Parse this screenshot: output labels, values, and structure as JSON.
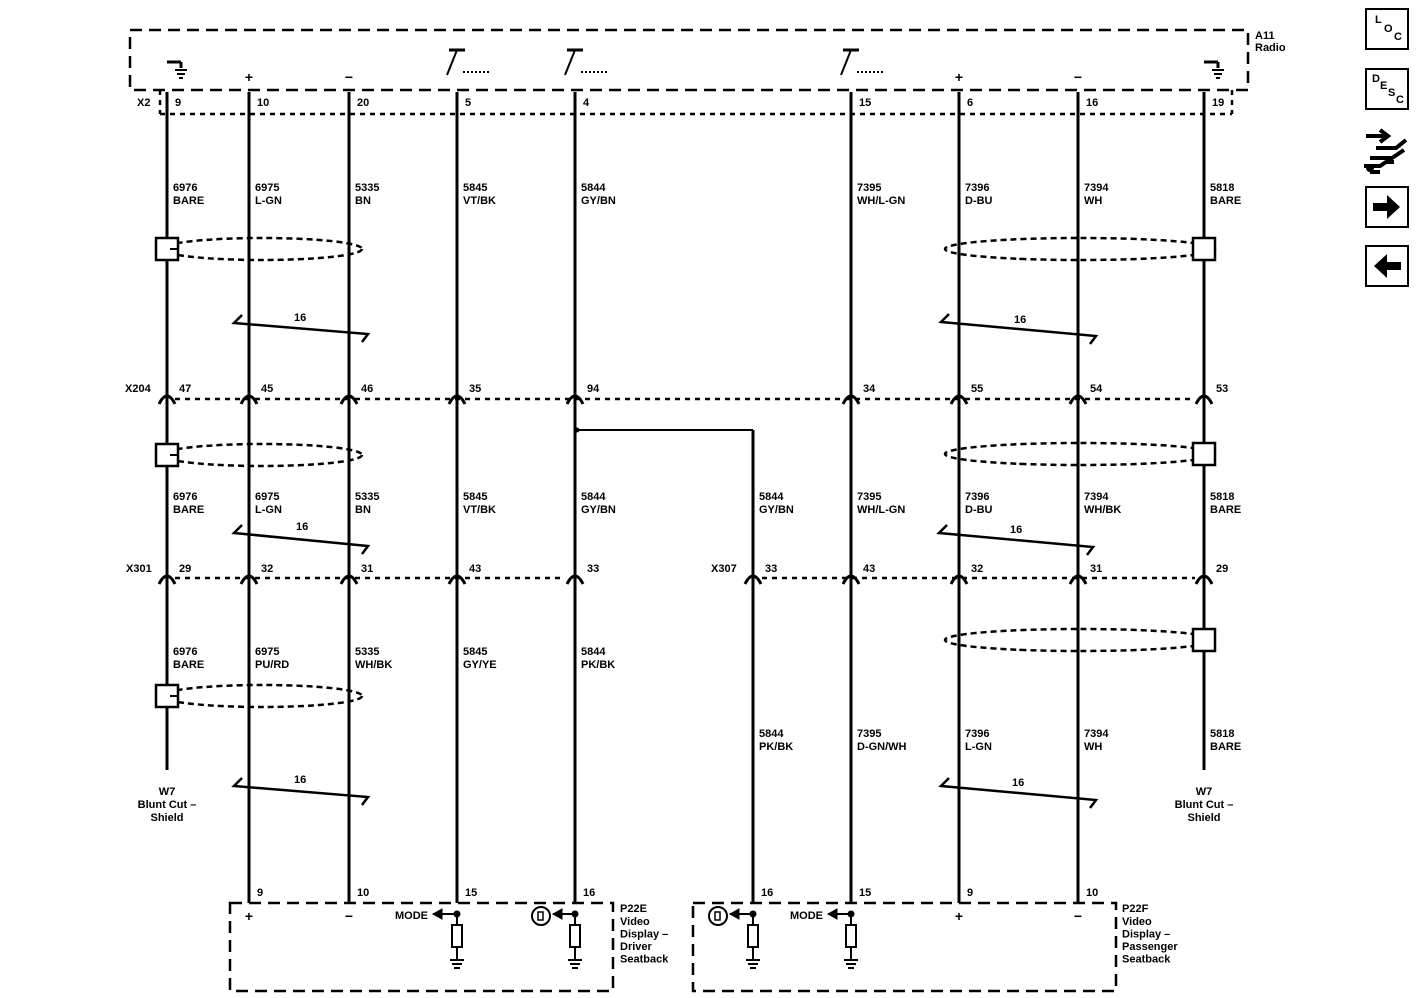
{
  "module_top": {
    "name": "A11",
    "desc": "Radio",
    "connector": "X2"
  },
  "top_pins": [
    {
      "pin": "9",
      "sym": "ground"
    },
    {
      "pin": "10",
      "sym": "+"
    },
    {
      "pin": "20",
      "sym": "−"
    },
    {
      "pin": "5",
      "sym": "switch"
    },
    {
      "pin": "4",
      "sym": "switch"
    },
    {
      "pin": "15",
      "sym": "switch"
    },
    {
      "pin": "6",
      "sym": "+"
    },
    {
      "pin": "16",
      "sym": "−"
    },
    {
      "pin": "19",
      "sym": "ground"
    }
  ],
  "wires_seg1": [
    {
      "circuit": "6976",
      "color": "BARE"
    },
    {
      "circuit": "6975",
      "color": "L-GN"
    },
    {
      "circuit": "5335",
      "color": "BN"
    },
    {
      "circuit": "5845",
      "color": "VT/BK"
    },
    {
      "circuit": "5844",
      "color": "GY/BN"
    },
    {
      "circuit": "7395",
      "color": "WH/L-GN"
    },
    {
      "circuit": "7396",
      "color": "D-BU"
    },
    {
      "circuit": "7394",
      "color": "WH"
    },
    {
      "circuit": "5818",
      "color": "BARE"
    }
  ],
  "connector_x204": {
    "name": "X204",
    "pins": [
      "47",
      "45",
      "46",
      "35",
      "94",
      "34",
      "55",
      "54",
      "53"
    ]
  },
  "wires_seg2": [
    {
      "circuit": "6976",
      "color": "BARE"
    },
    {
      "circuit": "6975",
      "color": "L-GN"
    },
    {
      "circuit": "5335",
      "color": "BN"
    },
    {
      "circuit": "5845",
      "color": "VT/BK"
    },
    {
      "circuit": "5844",
      "color": "GY/BN"
    },
    {
      "circuit": "5844",
      "color": "GY/BN"
    },
    {
      "circuit": "7395",
      "color": "WH/L-GN"
    },
    {
      "circuit": "7396",
      "color": "D-BU"
    },
    {
      "circuit": "7394",
      "color": "WH/BK"
    },
    {
      "circuit": "5818",
      "color": "BARE"
    }
  ],
  "connector_x301": {
    "name": "X301",
    "pins": [
      "29",
      "32",
      "31",
      "43",
      "33"
    ]
  },
  "connector_x307": {
    "name": "X307",
    "pins": [
      "33",
      "43",
      "32",
      "31",
      "29"
    ]
  },
  "wires_seg3_left": [
    {
      "circuit": "6976",
      "color": "BARE"
    },
    {
      "circuit": "6975",
      "color": "PU/RD"
    },
    {
      "circuit": "5335",
      "color": "WH/BK"
    },
    {
      "circuit": "5845",
      "color": "GY/YE"
    },
    {
      "circuit": "5844",
      "color": "PK/BK"
    }
  ],
  "wires_seg3_right": [
    {
      "circuit": "5844",
      "color": "PK/BK"
    },
    {
      "circuit": "7395",
      "color": "D-GN/WH"
    },
    {
      "circuit": "7396",
      "color": "L-GN"
    },
    {
      "circuit": "7394",
      "color": "WH"
    },
    {
      "circuit": "5818",
      "color": "BARE"
    }
  ],
  "twist_label": "16",
  "shield_ends": [
    {
      "line1": "W7",
      "line2": "Blunt Cut –",
      "line3": "Shield"
    },
    {
      "line1": "W7",
      "line2": "Blunt Cut –",
      "line3": "Shield"
    }
  ],
  "module_left": {
    "name": "P22E",
    "lines": [
      "Video",
      "Display –",
      "Driver",
      "Seatback"
    ],
    "pins": [
      "9",
      "10",
      "15",
      "16"
    ],
    "mode_label": "MODE"
  },
  "module_right": {
    "name": "P22F",
    "lines": [
      "Video",
      "Display –",
      "Passenger",
      "Seatback"
    ],
    "pins": [
      "16",
      "15",
      "9",
      "10"
    ],
    "mode_label": "MODE"
  },
  "nav": {
    "loc": {
      "l1": "L",
      "l2": "O",
      "l3": "C"
    },
    "desc": {
      "l1": "D",
      "l2": "E",
      "l3": "S",
      "l4": "C"
    }
  },
  "icons": [
    "connector-icon",
    "forward-arrow-icon",
    "back-arrow-icon"
  ]
}
